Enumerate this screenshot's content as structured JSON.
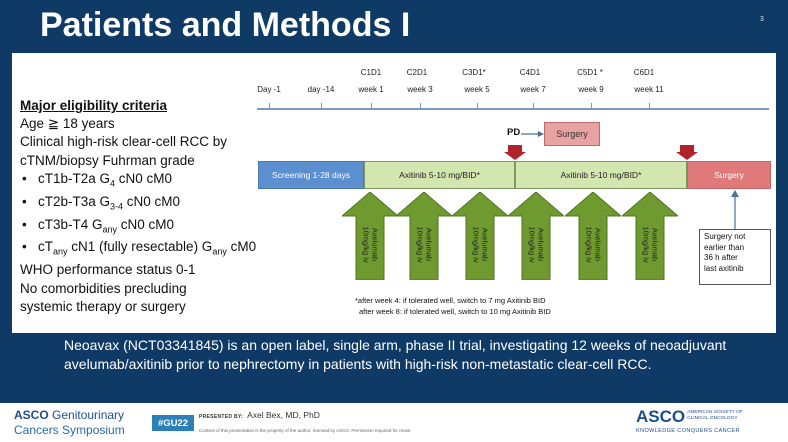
{
  "slide": {
    "title": "Patients and Methods I",
    "number": "3"
  },
  "criteria": {
    "heading": "Major eligibility criteria",
    "age": "Age ≧ 18 years",
    "risk_line1": "Clinical high-risk clear-cell RCC by",
    "risk_line2": "cTNM/biopsy Fuhrman grade",
    "bullets": [
      {
        "pre": "cT1b-T2a G",
        "sub": "4",
        "post": " cN0 cM0"
      },
      {
        "pre": "cT2b-T3a G",
        "sub": "3-4",
        "post": " cN0 cM0"
      },
      {
        "pre": "cT3b-T4 G",
        "sub": "any",
        "post": " cN0 cM0"
      },
      {
        "pre": "cT",
        "sub": "any",
        "mid": " cN1 (fully resectable) G",
        "sub2": "any",
        "post": " cM0"
      }
    ],
    "who": "WHO performance status 0-1",
    "comorb1": "No comorbidities precluding",
    "comorb2": "systemic therapy or surgery"
  },
  "timeline": {
    "cycles": [
      "C1D1",
      "C2D1",
      "C3D1*",
      "C4D1",
      "C5D1 *",
      "C6D1"
    ],
    "days": [
      "Day -1",
      "day -14",
      "week 1",
      "week 3",
      "week 5",
      "week 7",
      "week 9",
      "week 11"
    ]
  },
  "bars": {
    "screening": "Screening 1-28 days",
    "axitinib1": "Axitinib 5-10 mg/BID*",
    "axitinib2": "Axitinib 5-10 mg/BID*",
    "surgery": "Surgery"
  },
  "pd": {
    "label": "PD",
    "surgery": "Surgery"
  },
  "arrows": {
    "text": "Avelumab\n10mg/kg iv",
    "count": 6
  },
  "note": {
    "line1": "Surgery not",
    "line2": "earlier than",
    "line3": "36 h after",
    "line4": "last axitinib"
  },
  "footnote": {
    "line1": "*after week 4: if tolerated well, switch to 7 mg Axitinib BID",
    "line2": "after week 8: if tolerated well, switch to 10 mg Axitinib BID"
  },
  "description": "Neoavax (NCT03341845) is an open label, single arm, phase II trial, investigating 12 weeks of neoadjuvant avelumab/axitinib prior to nephrectomy in patients with high-risk non-metastatic clear-cell RCC.",
  "footer": {
    "asco_word": "ASCO",
    "gu_word": " Genitourinary",
    "symposium": "Cancers Symposium",
    "hashtag": "#GU22",
    "presented_by": "PRESENTED BY:",
    "presenter": "Axel Bex, MD, PhD",
    "disclaimer": "Content of this presentation is the property of the author, licensed by ASCO. Permission required for reuse.",
    "asco_logo": "ASCO",
    "society": "AMERICAN SOCIETY OF\nCLINICAL ONCOLOGY",
    "tagline": "KNOWLEDGE CONQUERS CANCER"
  },
  "colors": {
    "background": "#0f3a66",
    "screening": "#5b8fcf",
    "axitinib": "#d4e6b0",
    "surgery": "#e07a7a",
    "avelumab_arrow": "#6f9a2f",
    "pd_marker": "#b0232a"
  }
}
